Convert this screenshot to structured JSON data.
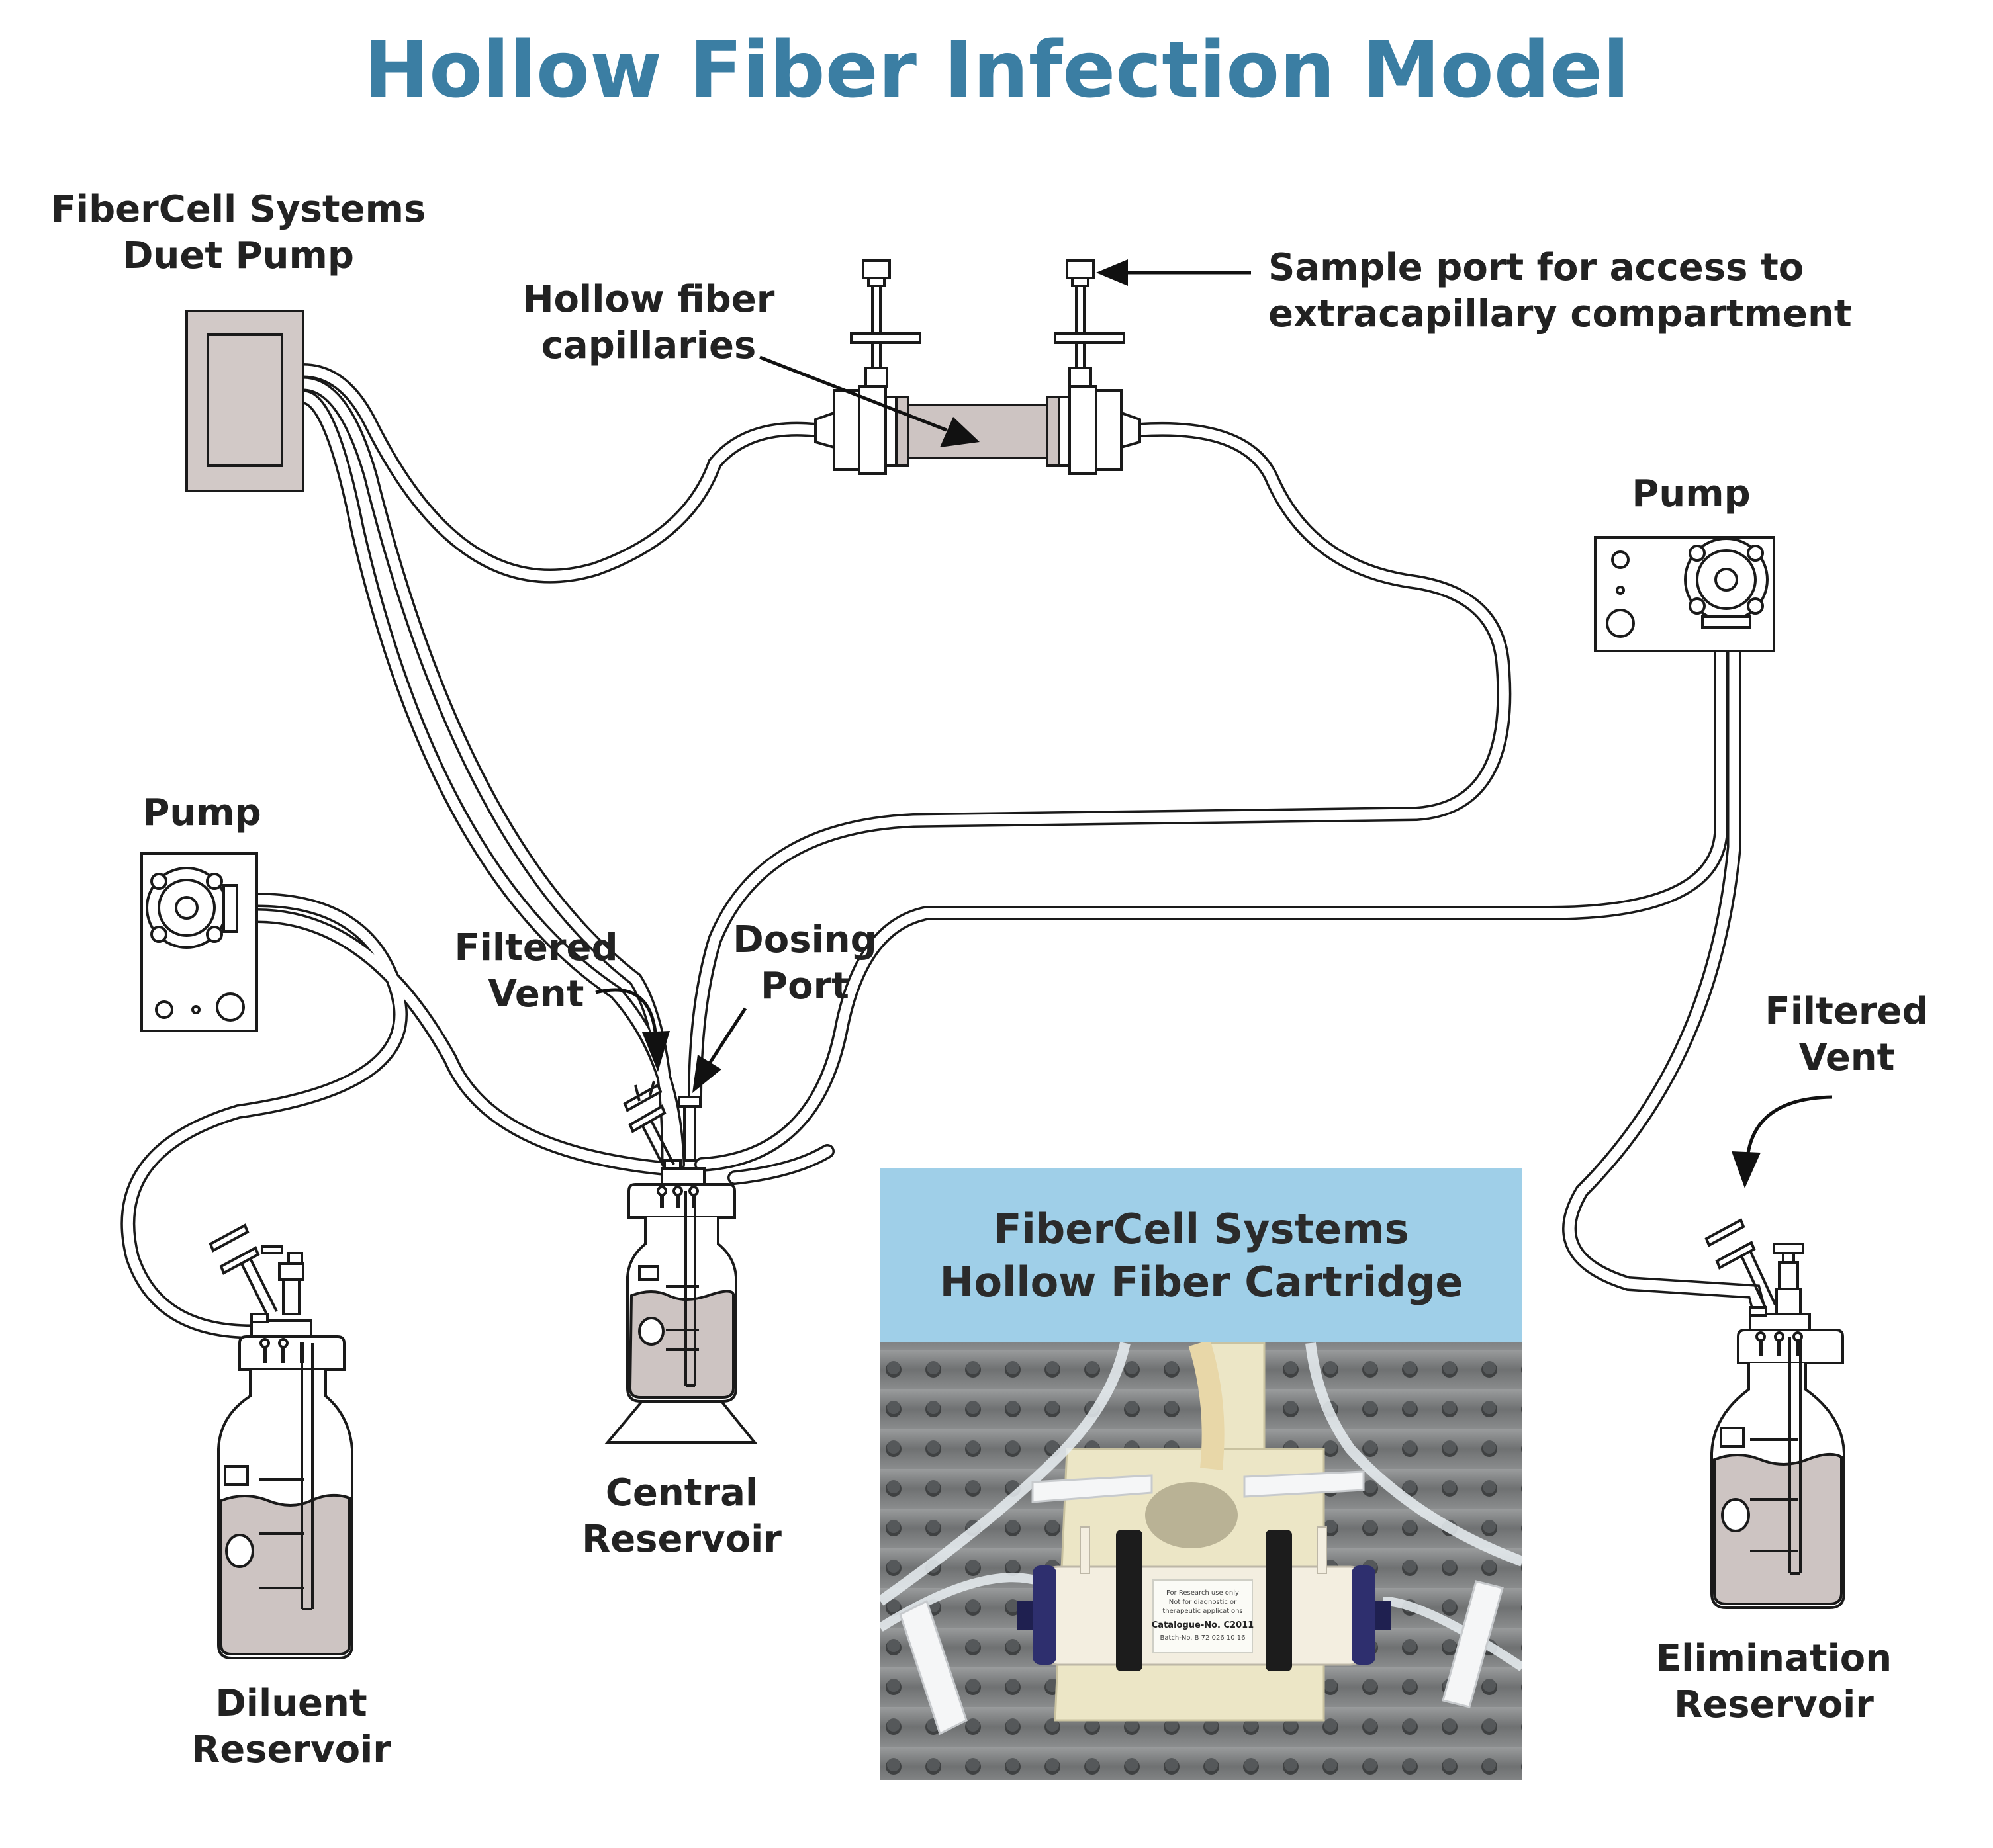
{
  "title": "Hollow Fiber Infection Model",
  "colors": {
    "title": "#3b7ea3",
    "line": "#1a1a1a",
    "fluid": "#cdc4c2",
    "pump_body": "#d2c9c7",
    "photo_header": "#9fcfe8",
    "photo_bg": "#7d7f80"
  },
  "labels": {
    "duet_pump": [
      "FiberCell Systems",
      "Duet Pump"
    ],
    "hollow_fiber": [
      "Hollow fiber",
      "capillaries"
    ],
    "sample_port": [
      "Sample port for access to",
      "extracapillary compartment"
    ],
    "pump_right": "Pump",
    "pump_left": "Pump",
    "filtered_vent_central": [
      "Filtered",
      "Vent"
    ],
    "dosing_port": [
      "Dosing",
      "Port"
    ],
    "filtered_vent_elim": [
      "Filtered",
      "Vent"
    ],
    "central_reservoir": [
      "Central",
      "Reservoir"
    ],
    "diluent_reservoir": [
      "Diluent",
      "Reservoir"
    ],
    "elimination_reservoir": [
      "Elimination",
      "Reservoir"
    ]
  },
  "photo": {
    "header": [
      "FiberCell Systems",
      "Hollow Fiber Cartridge"
    ],
    "cartridge_label": [
      "For Research use only",
      "Not for diagnostic or",
      "therapeutic applications",
      "Catalogue-No. C2011",
      "Batch-No. B 72 026 10 16"
    ]
  }
}
